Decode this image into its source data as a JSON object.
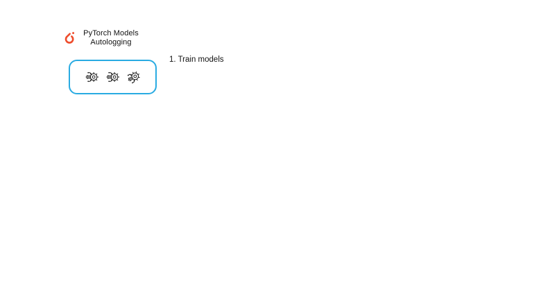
{
  "theme": {
    "brand": "#EE4C2C",
    "accent": "#29ABE2",
    "ink": "#1a1a1a",
    "bg": "#ffffff"
  },
  "header": {
    "logo_icon": "pytorch-flame-icon",
    "title_lines": [
      "PyTorch Models",
      "Autologging"
    ]
  },
  "diagram": {
    "models_box": {
      "border_color": "#29ABE2",
      "icon_name": "neural-model-icon",
      "icon_count": 3
    },
    "annotations": [
      {
        "label": "1. Train models"
      }
    ]
  }
}
